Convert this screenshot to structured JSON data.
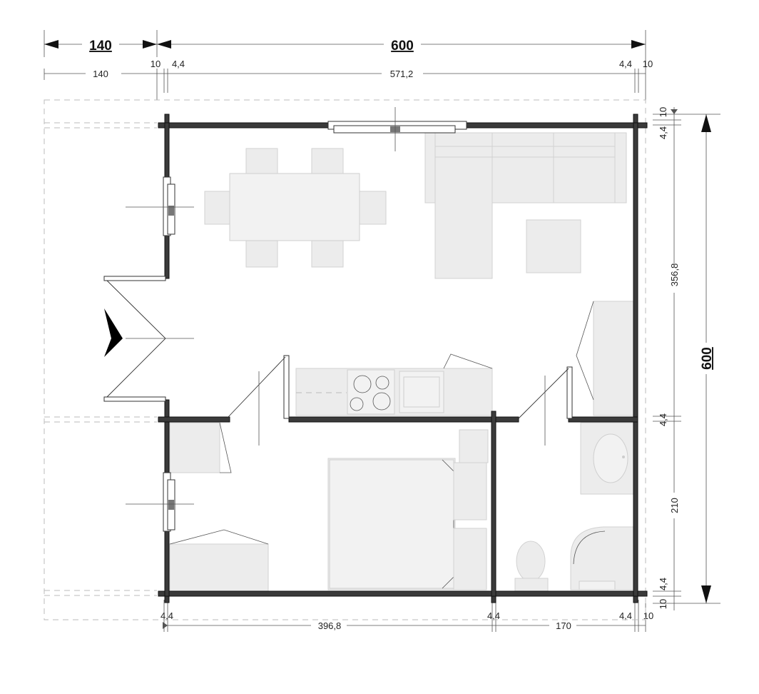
{
  "dimensions": {
    "top_major": [
      "140",
      "600"
    ],
    "top_minor": [
      "140",
      "10",
      "4,4",
      "571,2",
      "4,4",
      "10"
    ],
    "right_major": "600",
    "right_minor": [
      "10",
      "4,4",
      "356,8",
      "4,4",
      "210",
      "4,4",
      "10"
    ],
    "bottom": [
      "4,4",
      "396,8",
      "4,4",
      "170",
      "4,4",
      "10"
    ]
  },
  "icons": {
    "entrance": "entrance-arrow-icon"
  },
  "colors": {
    "wall": "#3a3a3a",
    "furniture": "#ececec",
    "dimension_line": "#555555"
  }
}
